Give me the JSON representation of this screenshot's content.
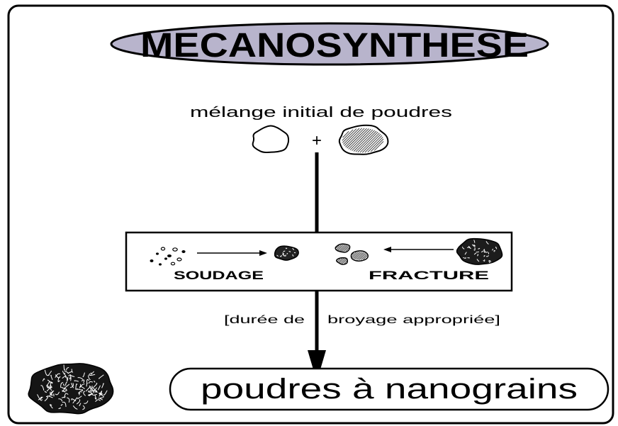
{
  "title": "MECANOSYNTHESE",
  "initial_mixture": "mélange initial de poudres",
  "plus": "+",
  "process": {
    "welding": "SOUDAGE",
    "fracture": "FRACTURE"
  },
  "milling_time": {
    "part1": "[durée de",
    "part2": "broyage appropriée]"
  },
  "result": "poudres à nanograins",
  "colors": {
    "title_fill": "#b8b4cc"
  }
}
